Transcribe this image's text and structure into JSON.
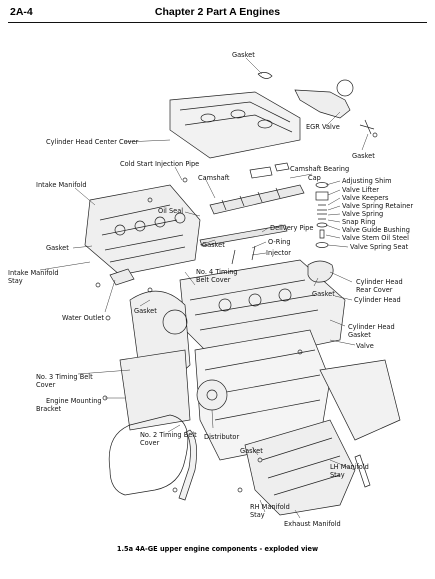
{
  "header": {
    "page_number": "2A-4",
    "chapter_title": "Chapter 2  Part A   Engines"
  },
  "labels": {
    "gasket_top": "Gasket",
    "egr_valve": "EGR Valve",
    "cylinder_head_center_cover": "Cylinder Head Center Cover",
    "gasket_right_top": "Gasket",
    "cold_start_injection_pipe": "Cold Start Injection Pipe",
    "camshaft_bearing_cap_1": "Camshaft Bearing",
    "camshaft_bearing_cap_2": "Cap",
    "intake_manifold": "Intake Manifold",
    "camshaft": "Camshaft",
    "adjusting_shim": "Adjusting Shim",
    "valve_lifter": "Valve Lifter",
    "valve_keepers": "Valve Keepers",
    "valve_spring_retainer": "Valve Spring Retainer",
    "valve_spring": "Valve Spring",
    "snap_ring": "Snap Ring",
    "valve_guide_bushing": "Valve Guide Bushing",
    "valve_stem_oil_steel": "Valve Stem Oil Steel",
    "valve_spring_seat": "Valve Spring Seat",
    "oil_seal": "Oil Seal",
    "delivery_pipe": "Delivery Pipe",
    "o_ring": "O-Ring",
    "injector": "Injector",
    "gasket_left": "Gasket",
    "gasket_mid": "Gasket",
    "intake_manifold_stay_1": "Intake Manifold",
    "intake_manifold_stay_2": "Stay",
    "no4_timing_belt_cover_1": "No. 4 Timing",
    "no4_timing_belt_cover_2": "Belt Cover",
    "cylinder_head_rear_cover_1": "Cylinder Head",
    "cylinder_head_rear_cover_2": "Rear Cover",
    "gasket_rear": "Gasket",
    "cylinder_head": "Cylinder Head",
    "water_outlet": "Water Outlet",
    "gasket_water": "Gasket",
    "cylinder_head_gasket_1": "Cylinder Head",
    "cylinder_head_gasket_2": "Gasket",
    "valve": "Valve",
    "no3_timing_belt_cover_1": "No. 3 Timing Belt",
    "no3_timing_belt_cover_2": "Cover",
    "engine_mounting_bracket_1": "Engine Mounting",
    "engine_mounting_bracket_2": "Bracket",
    "no2_timing_belt_cover_1": "No. 2 Timing Belt",
    "no2_timing_belt_cover_2": "Cover",
    "distributor": "Distributor",
    "gasket_exhaust": "Gasket",
    "lh_manifold_stay_1": "LH Manifold",
    "lh_manifold_stay_2": "Stay",
    "rh_manifold_stay_1": "RH Manifold",
    "rh_manifold_stay_2": "Stay",
    "exhaust_manifold": "Exhaust Manifold"
  },
  "caption": "1.5a  4A-GE upper engine components - exploded view"
}
